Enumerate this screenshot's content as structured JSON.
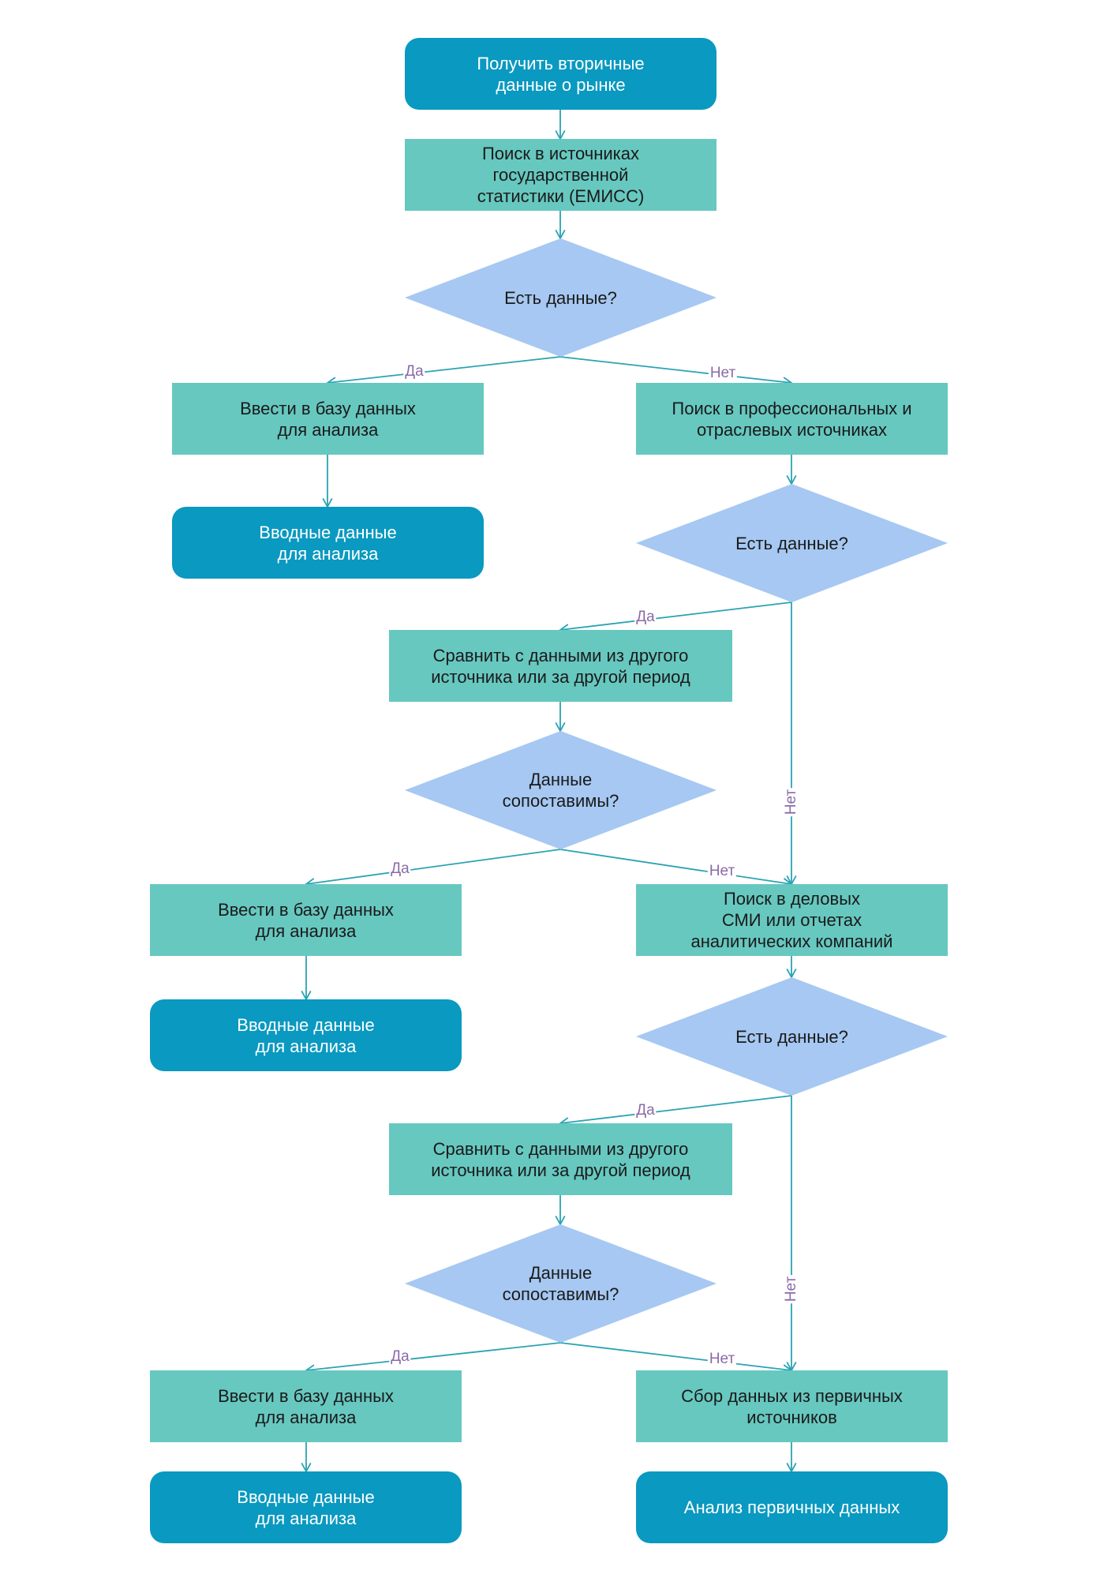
{
  "colors": {
    "terminal": "#0a99c0",
    "process": "#67c8c0",
    "decision": "#a6c8f2",
    "edge": "#2aa3b3",
    "edge_label": "#8a6aa8"
  },
  "nodes": {
    "start": "Получить вторичные\nданные о рынке",
    "search_emiss": "Поиск в источниках\nгосударственной\nстатистики (ЕМИСС)",
    "q_have_data_1": "Есть данные?",
    "enter_db_1": "Ввести в базу данных\nдля анализа",
    "output_1": "Вводные данные\nдля анализа",
    "search_industry": "Поиск в профессиональных и\nотраслевых источниках",
    "q_have_data_2": "Есть данные?",
    "compare_1": "Сравнить с данными из другого\nисточника или за другой период",
    "q_comparable_1": "Данные\nсопоставимы?",
    "enter_db_2": "Ввести в базу данных\nдля анализа",
    "output_2": "Вводные данные\nдля анализа",
    "search_media": "Поиск в деловых\nСМИ или  отчетах\nаналитических компаний",
    "q_have_data_3": "Есть данные?",
    "compare_2": "Сравнить с данными из другого\nисточника или за другой период",
    "q_comparable_2": "Данные\nсопоставимы?",
    "enter_db_3": "Ввести в базу данных\nдля анализа",
    "collect_primary": "Сбор данных из первичных\nисточников",
    "output_3": "Вводные данные\nдля анализа",
    "analyze_primary": "Анализ первичных данных"
  },
  "edge_labels": {
    "yes": "Да",
    "no": "Нет"
  }
}
